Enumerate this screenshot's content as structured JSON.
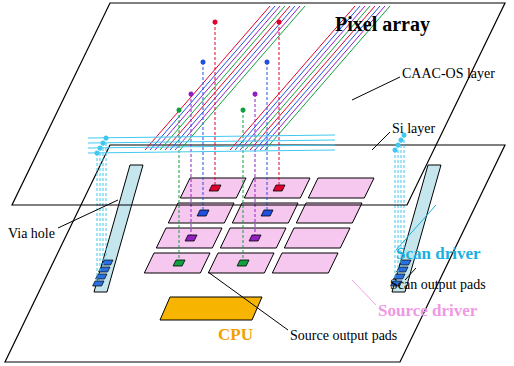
{
  "diagram": {
    "nodes": [
      {
        "text": [
          "Pixel array"
        ]
      },
      {
        "text": [
          "CPU"
        ]
      }
    ],
    "labels": [
      "CAAC-OS layer",
      "Si layer",
      "Via hole",
      "Scan driver",
      "Scan output pads",
      "Source driver",
      "Source output pads"
    ]
  }
}
